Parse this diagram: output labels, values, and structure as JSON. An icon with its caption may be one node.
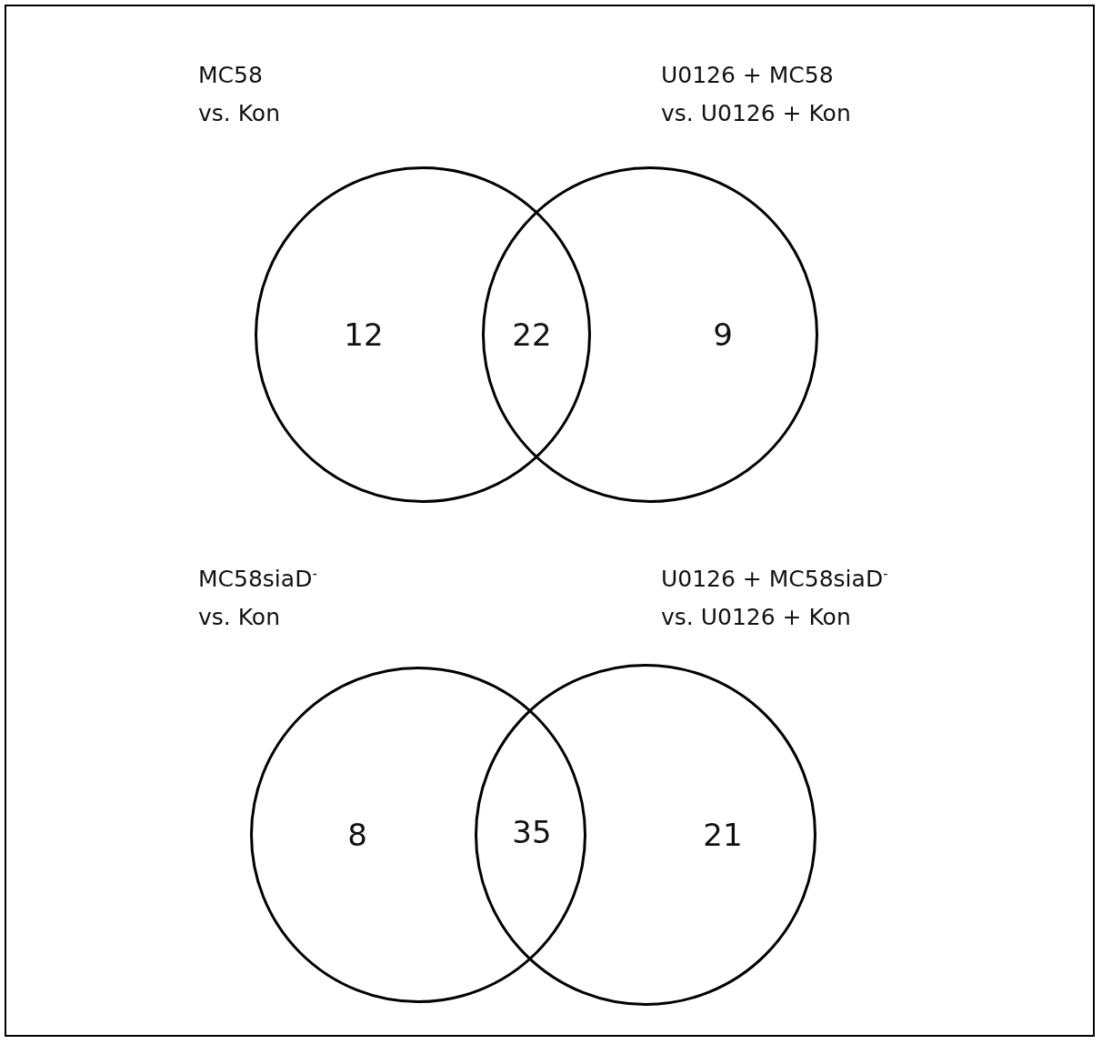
{
  "diagram": {
    "nodes": [
      {
        "text": [
          "MC58 vs. Kon",
          "12"
        ]
      },
      {
        "text": [
          "U0126 + MC58 vs. U0126 + Kon",
          "9"
        ]
      },
      {
        "text": [
          "MC58siaD$^{-}$ vs. Kon",
          "8"
        ]
      },
      {
        "text": [
          "U0126 + MC58siaD$^{-}$ vs. U0126 + Kon",
          "21"
        ]
      }
    ],
    "edges": [],
    "labels": [
      "22",
      "35"
    ]
  }
}
